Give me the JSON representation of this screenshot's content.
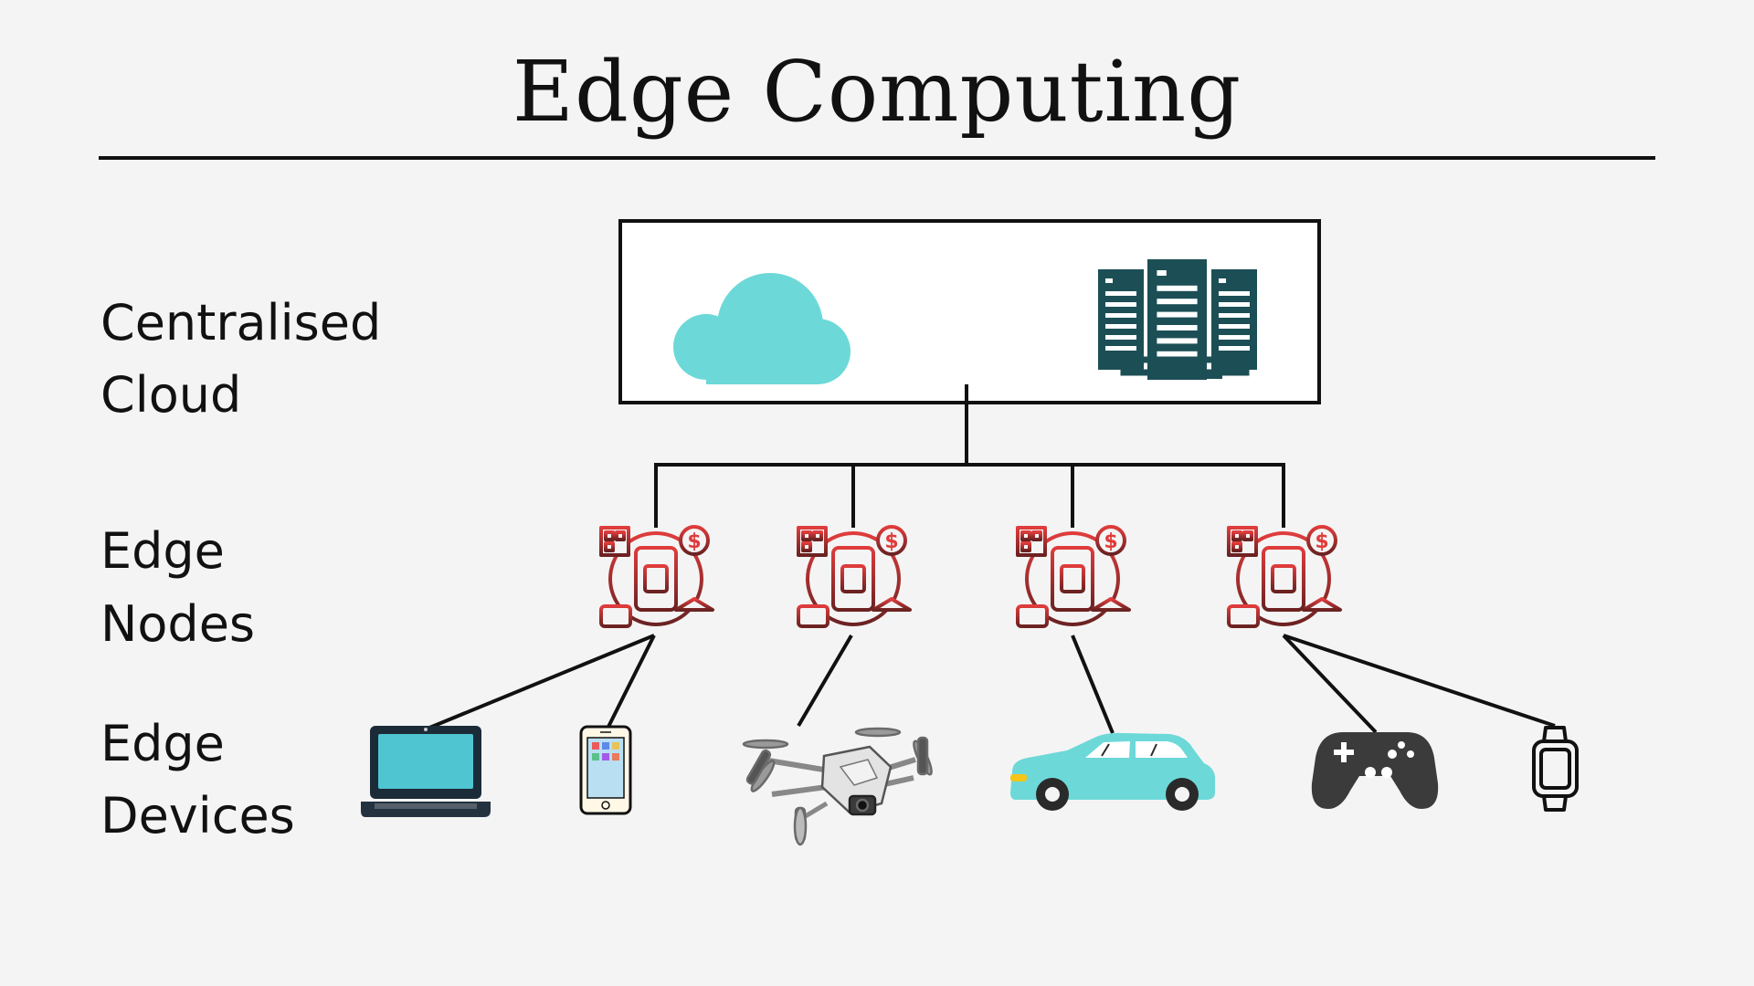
{
  "title": "Edge Computing",
  "rows": {
    "cloud": [
      "Centralised",
      "Cloud"
    ],
    "nodes": [
      "Edge",
      "Nodes"
    ],
    "devices": [
      "Edge",
      "Devices"
    ]
  },
  "colors": {
    "background": "#f4f4f4",
    "line": "#111111",
    "cloud": "#6dd8d8",
    "server": "#1c4f55",
    "node_top": "#e03c3c",
    "node_bottom": "#6b2222",
    "laptop_screen": "#4fc5d2",
    "car": "#6dd8d8",
    "gamepad": "#3b3b3b"
  },
  "icons": {
    "cloud": "cloud-icon",
    "server": "server-rack-icon",
    "node": "edge-node-icon",
    "devices": [
      "laptop-icon",
      "smartphone-icon",
      "drone-icon",
      "car-icon",
      "gamepad-icon",
      "smartwatch-icon"
    ]
  }
}
